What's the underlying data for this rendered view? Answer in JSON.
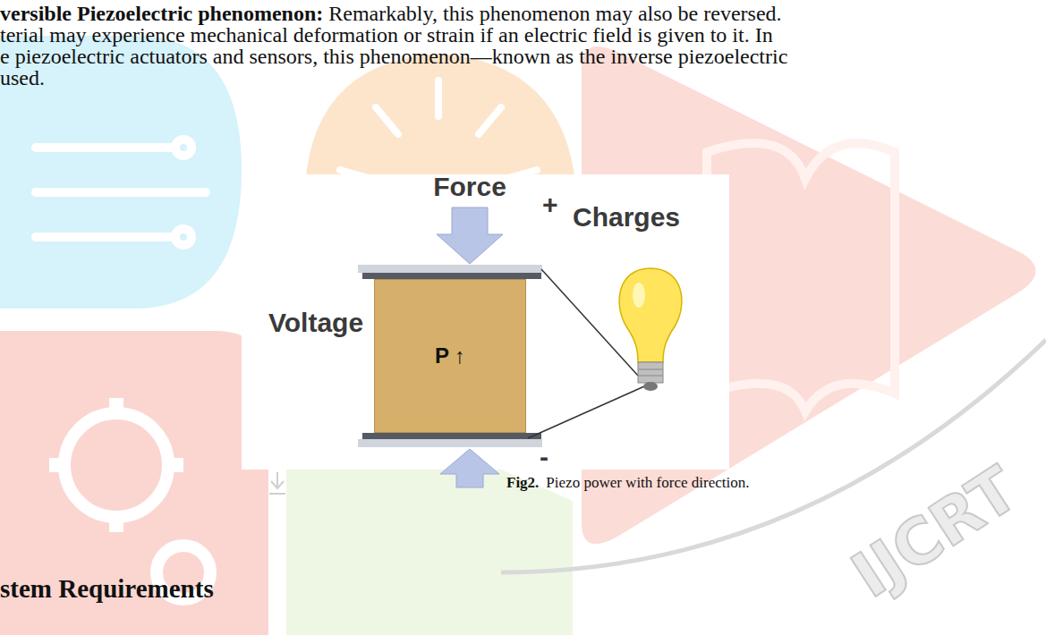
{
  "diagram": {
    "caption": "Piezo power with force direction.",
    "nodes": [
      {
        "text": [
          "P ↑"
        ]
      }
    ],
    "labels": [
      "versible Piezoelectric phenomenon:",
      "Remarkably, this phenomenon may also be reversed.",
      "terial may experience mechanical deformation or strain if an electric field is given to it. In",
      "e piezoelectric actuators and sensors, this phenomenon—known as the inverse piezoelectric",
      "used.",
      "Force",
      "+",
      "Charges",
      "Voltage",
      "-",
      "Fig2.",
      "stem Requirements",
      "IJCRT"
    ]
  }
}
